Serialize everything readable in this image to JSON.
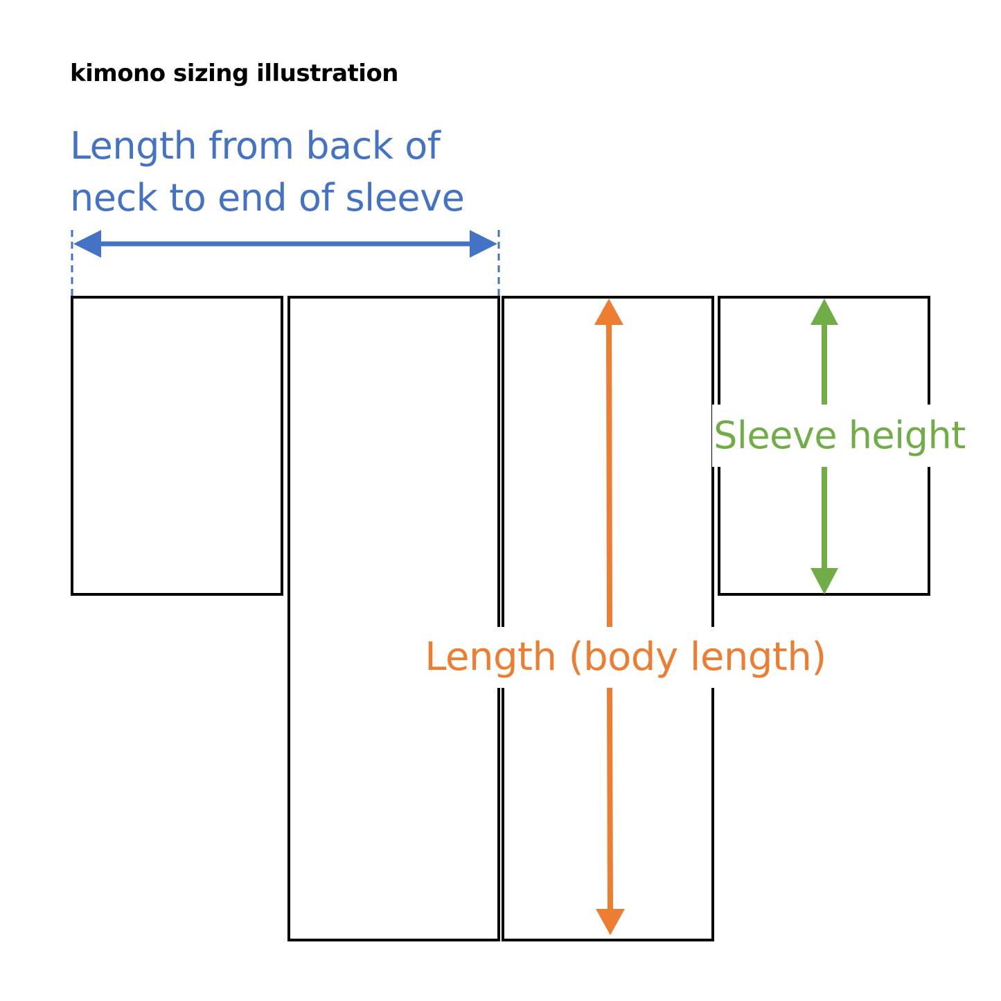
{
  "title": "kimono sizing illustration",
  "measurements": {
    "shoulder_to_sleeve": {
      "line1": "Length from back of",
      "line2": "neck to end of sleeve",
      "color": "#4472C4"
    },
    "sleeve_height": {
      "label": "Sleeve height",
      "color": "#70AD47"
    },
    "body_length": {
      "label": "Length (body length)",
      "color": "#ED7D31"
    }
  },
  "outline_color": "#000000"
}
